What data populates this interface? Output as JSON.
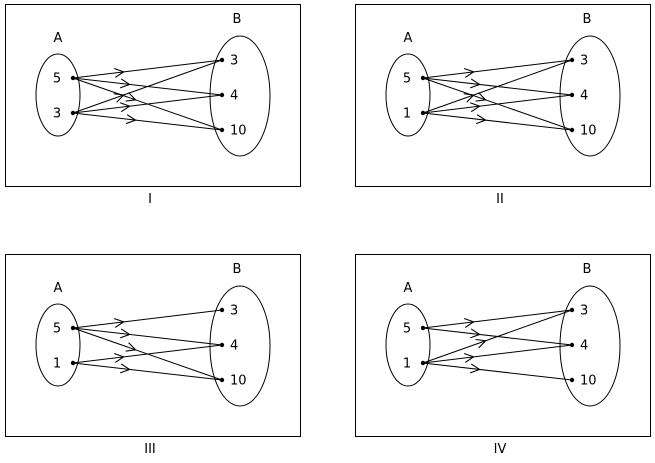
{
  "panels": [
    {
      "caption": "I",
      "set_a": {
        "label": "A",
        "elements": [
          "5",
          "3"
        ]
      },
      "set_b": {
        "label": "B",
        "elements": [
          "3",
          "4",
          "10"
        ]
      },
      "mappings": [
        [
          0,
          0
        ],
        [
          0,
          1
        ],
        [
          0,
          2
        ],
        [
          1,
          0
        ],
        [
          1,
          1
        ],
        [
          1,
          2
        ]
      ]
    },
    {
      "caption": "II",
      "set_a": {
        "label": "A",
        "elements": [
          "5",
          "1"
        ]
      },
      "set_b": {
        "label": "B",
        "elements": [
          "3",
          "4",
          "10"
        ]
      },
      "mappings": [
        [
          0,
          0
        ],
        [
          0,
          1
        ],
        [
          0,
          2
        ],
        [
          1,
          0
        ],
        [
          1,
          1
        ],
        [
          1,
          2
        ]
      ]
    },
    {
      "caption": "III",
      "set_a": {
        "label": "A",
        "elements": [
          "5",
          "1"
        ]
      },
      "set_b": {
        "label": "B",
        "elements": [
          "3",
          "4",
          "10"
        ]
      },
      "mappings": [
        [
          0,
          0
        ],
        [
          0,
          1
        ],
        [
          0,
          2
        ],
        [
          1,
          1
        ],
        [
          1,
          2
        ]
      ]
    },
    {
      "caption": "IV",
      "set_a": {
        "label": "A",
        "elements": [
          "5",
          "1"
        ]
      },
      "set_b": {
        "label": "B",
        "elements": [
          "3",
          "4",
          "10"
        ]
      },
      "mappings": [
        [
          0,
          0
        ],
        [
          0,
          1
        ],
        [
          1,
          0
        ],
        [
          1,
          1
        ],
        [
          1,
          2
        ]
      ]
    }
  ]
}
